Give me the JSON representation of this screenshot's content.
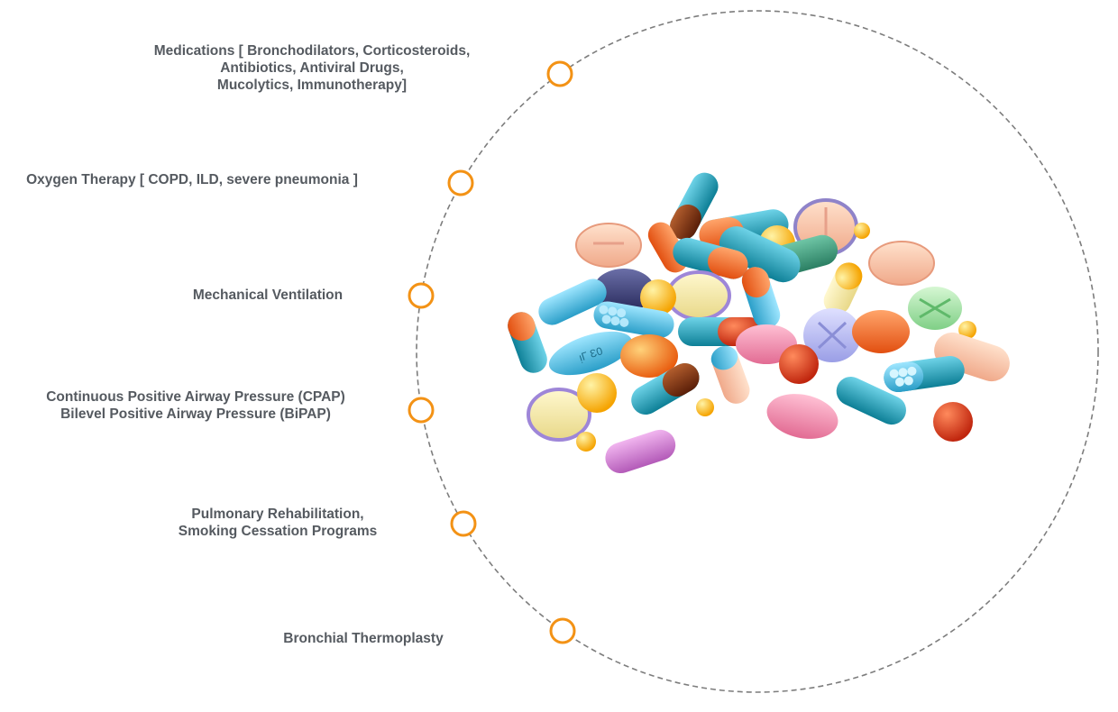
{
  "diagram": {
    "accent_color": "#f39215",
    "ring_color": "#7d7d7d",
    "center_image": "pile-of-pills-and-capsules",
    "items": [
      {
        "id": "medications",
        "lines": [
          "Medications [ Bronchodilators, Corticosteroids,",
          "Antibiotics, Antiviral Drugs,",
          "Mucolytics, Immunotherapy]"
        ]
      },
      {
        "id": "oxygen-therapy",
        "lines": [
          "Oxygen Therapy [ COPD, ILD, severe pneumonia ]"
        ]
      },
      {
        "id": "mechanical-ventilation",
        "lines": [
          "Mechanical Ventilation"
        ]
      },
      {
        "id": "cpap-bipap",
        "lines": [
          "Continuous Positive Airway Pressure (CPAP)",
          "Bilevel Positive Airway Pressure (BiPAP)"
        ]
      },
      {
        "id": "pulmonary-rehab",
        "lines": [
          "Pulmonary Rehabilitation,",
          "Smoking Cessation Programs"
        ]
      },
      {
        "id": "bronchial-thermoplasty",
        "lines": [
          "Bronchial Thermoplasty"
        ]
      }
    ]
  }
}
